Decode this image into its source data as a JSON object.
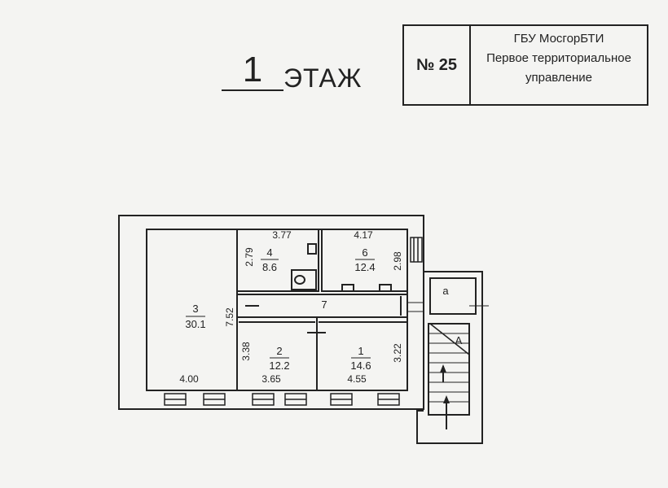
{
  "header": {
    "floor_number": "1",
    "floor_word": "ЭТАЖ",
    "stamp_number": "№ 25",
    "org_lines": [
      "ГБУ МосгорБТИ",
      "Первое территориальное",
      "управление"
    ]
  },
  "rooms": [
    {
      "id": "3",
      "area": "30.1"
    },
    {
      "id": "4",
      "area": "8.6"
    },
    {
      "id": "6",
      "area": "12.4"
    },
    {
      "id": "7",
      "area": ""
    },
    {
      "id": "2",
      "area": "12.2"
    },
    {
      "id": "1",
      "area": "14.6"
    },
    {
      "id": "а",
      "area": ""
    },
    {
      "id": "А",
      "area": ""
    }
  ],
  "dimensions": [
    "3.77",
    "2.79",
    "4.17",
    "2.98",
    "7.52",
    "3.38",
    "3.22",
    "4.00",
    "3.65",
    "4.55"
  ],
  "colors": {
    "ink": "#222222",
    "paper": "#f4f4f2"
  }
}
